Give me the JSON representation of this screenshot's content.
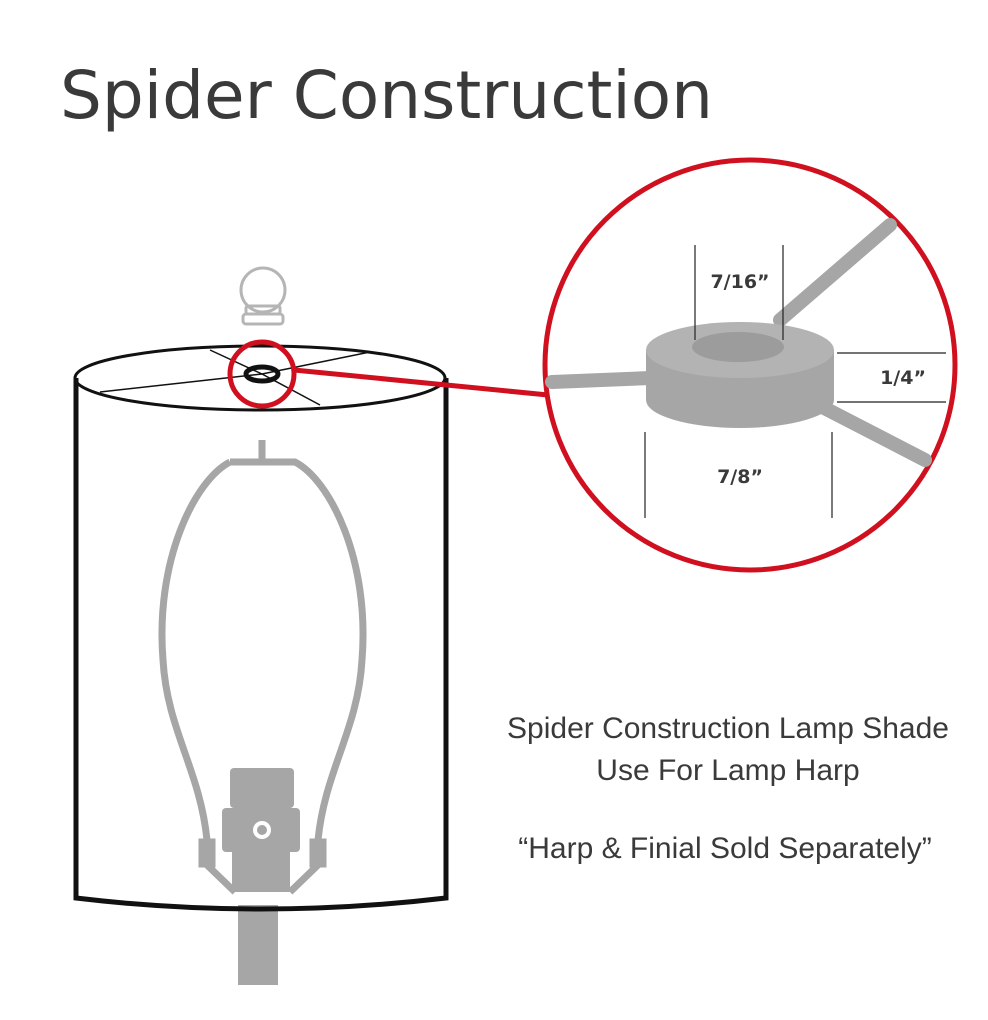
{
  "title": "Spider Construction",
  "detail": {
    "hole_diameter": "7/16”",
    "ring_height": "1/4”",
    "ring_diameter": "7/8”"
  },
  "caption": {
    "line1": "Spider Construction Lamp Shade",
    "line2": "Use For Lamp Harp",
    "note": "“Harp & Finial Sold Separately”"
  },
  "colors": {
    "accent": "#d0101f",
    "text": "#3a3a3a",
    "part": "#a6a6a6"
  }
}
